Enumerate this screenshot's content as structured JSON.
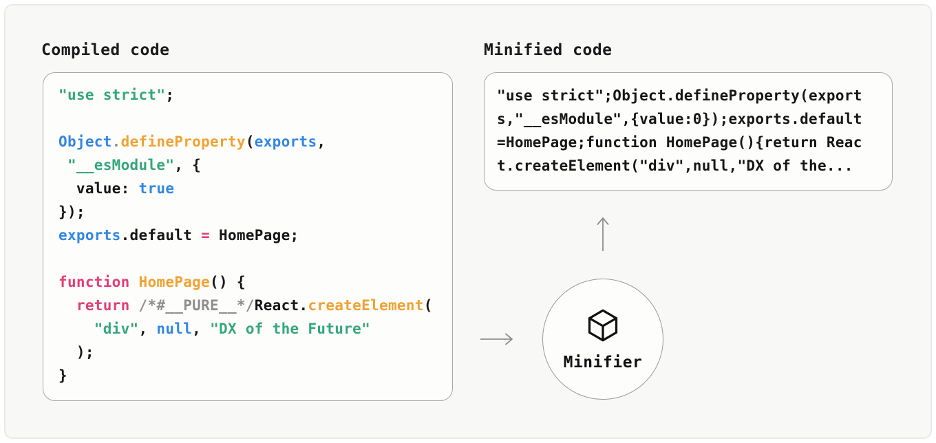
{
  "diagram": {
    "compiled": {
      "title": "Compiled code",
      "lines": [
        [
          {
            "t": "\"use strict\"",
            "c": "green"
          },
          {
            "t": ";",
            "c": "ink"
          }
        ],
        [],
        [
          {
            "t": "Object",
            "c": "blue"
          },
          {
            "t": ".",
            "c": "gray"
          },
          {
            "t": "defineProperty",
            "c": "orange"
          },
          {
            "t": "(",
            "c": "ink"
          },
          {
            "t": "exports",
            "c": "blue"
          },
          {
            "t": ",",
            "c": "ink"
          }
        ],
        [
          {
            "t": " ",
            "c": "ink"
          },
          {
            "t": "\"__esModule\"",
            "c": "green"
          },
          {
            "t": ", {",
            "c": "ink"
          }
        ],
        [
          {
            "t": "  value: ",
            "c": "ink"
          },
          {
            "t": "true",
            "c": "blue"
          }
        ],
        [
          {
            "t": "});",
            "c": "ink"
          }
        ],
        [
          {
            "t": "exports",
            "c": "blue"
          },
          {
            "t": ".default ",
            "c": "ink"
          },
          {
            "t": "=",
            "c": "pink"
          },
          {
            "t": " HomePage;",
            "c": "ink"
          }
        ],
        [],
        [
          {
            "t": "function",
            "c": "pink"
          },
          {
            "t": " ",
            "c": "ink"
          },
          {
            "t": "HomePage",
            "c": "orange"
          },
          {
            "t": "() {",
            "c": "ink"
          }
        ],
        [
          {
            "t": "  ",
            "c": "ink"
          },
          {
            "t": "return",
            "c": "pink"
          },
          {
            "t": " ",
            "c": "ink"
          },
          {
            "t": "/*#__PURE__*/",
            "c": "gray"
          },
          {
            "t": "React.",
            "c": "ink"
          },
          {
            "t": "createElement",
            "c": "orange"
          },
          {
            "t": "(",
            "c": "ink"
          }
        ],
        [
          {
            "t": "    ",
            "c": "ink"
          },
          {
            "t": "\"div\"",
            "c": "green"
          },
          {
            "t": ", ",
            "c": "ink"
          },
          {
            "t": "null",
            "c": "blue"
          },
          {
            "t": ", ",
            "c": "ink"
          },
          {
            "t": "\"DX of the Future\"",
            "c": "green"
          }
        ],
        [
          {
            "t": "  );",
            "c": "ink"
          }
        ],
        [
          {
            "t": "}",
            "c": "ink"
          }
        ]
      ]
    },
    "minified": {
      "title": "Minified code",
      "lines": [
        [
          {
            "t": "\"use strict\";Object.defineProperty(export",
            "c": "ink"
          }
        ],
        [
          {
            "t": "s,\"__esModule\",{value:0});exports.default",
            "c": "ink"
          }
        ],
        [
          {
            "t": "=HomePage;function HomePage(){return Reac",
            "c": "ink"
          }
        ],
        [
          {
            "t": "t.createElement(\"div\",null,\"DX of the...",
            "c": "ink"
          }
        ]
      ]
    },
    "minifier": {
      "label": "Minifier",
      "icon": "cube-icon"
    },
    "flow": {
      "input_arrow": "arrow-right-icon",
      "output_arrow": "arrow-up-icon"
    }
  },
  "colors": {
    "ink": "#161616",
    "green": "#34a77d",
    "blue": "#3287e2",
    "orange": "#f0a232",
    "pink": "#e23d77",
    "gray": "#8e8e8e",
    "arrow": "#8f8f8f",
    "card_bg": "#f8f8f7",
    "box_bg": "#fdfdfc"
  }
}
